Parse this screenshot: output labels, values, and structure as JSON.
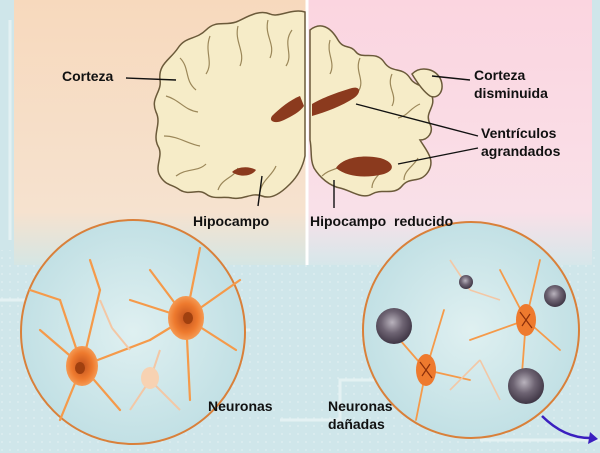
{
  "labels": {
    "corteza": "Corteza",
    "corteza_disminuida_1": "Corteza",
    "corteza_disminuida_2": "disminuida",
    "ventriculos_1": "Ventrículos",
    "ventriculos_2": "agrandados",
    "hipocampo": "Hipocampo",
    "hipocampo_reducido": "Hipocampo  reducido",
    "neuronas": "Neuronas",
    "neuronas_danadas_1": "Neuronas",
    "neuronas_danadas_2": "dañadas"
  },
  "colors": {
    "background": "#cfe6ea",
    "healthy_panel": "#f8dcc2",
    "diseased_panel": "#fbd8e2",
    "brain_tissue": "#f6ecc8",
    "brain_outline": "#6b5a3a",
    "ventricle": "#8b3a1e",
    "circle_outline": "#d9803a",
    "neuron": "#f0883a",
    "plaque": "#5a4f5e",
    "arrow": "#3a1fbf"
  }
}
